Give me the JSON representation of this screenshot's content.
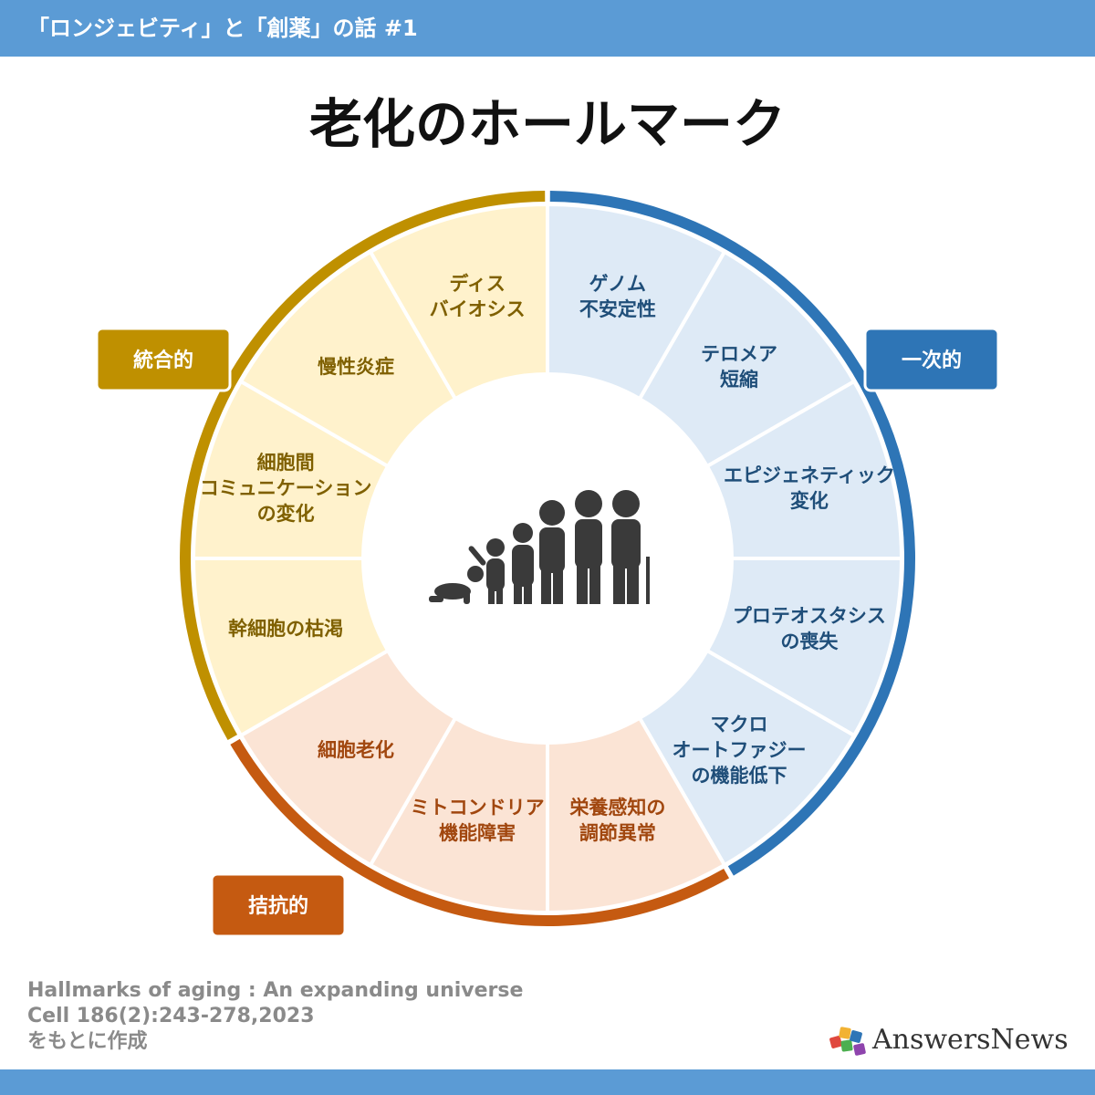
{
  "header": {
    "series_title": "「ロンジェビティ」と「創薬」の話 #1"
  },
  "title": "老化のホールマーク",
  "categories": {
    "primary": {
      "label": "一次的",
      "color": "#2e75b6",
      "fill": "#deeaf6",
      "text": "#1f4e79"
    },
    "antagonistic": {
      "label": "拮抗的",
      "color": "#c55a11",
      "fill": "#fbe4d5",
      "text": "#a1470f"
    },
    "integrative": {
      "label": "統合的",
      "color": "#bf9000",
      "fill": "#fff2cc",
      "text": "#7f6000"
    }
  },
  "hallmarks": [
    {
      "lines": [
        "ゲノム",
        "不安定性"
      ],
      "category": "primary"
    },
    {
      "lines": [
        "テロメア",
        "短縮"
      ],
      "category": "primary"
    },
    {
      "lines": [
        "エピジェネティック",
        "変化"
      ],
      "category": "primary"
    },
    {
      "lines": [
        "プロテオスタシス",
        "の喪失"
      ],
      "category": "primary"
    },
    {
      "lines": [
        "マクロ",
        "オートファジー",
        "の機能低下"
      ],
      "category": "primary"
    },
    {
      "lines": [
        "栄養感知の",
        "調節異常"
      ],
      "category": "antagonistic"
    },
    {
      "lines": [
        "ミトコンドリア",
        "機能障害"
      ],
      "category": "antagonistic"
    },
    {
      "lines": [
        "細胞老化"
      ],
      "category": "antagonistic"
    },
    {
      "lines": [
        "幹細胞の枯渇"
      ],
      "category": "integrative"
    },
    {
      "lines": [
        "細胞間",
        "コミュニケーション",
        "の変化"
      ],
      "category": "integrative"
    },
    {
      "lines": [
        "慢性炎症"
      ],
      "category": "integrative"
    },
    {
      "lines": [
        "ディス",
        "バイオシス"
      ],
      "category": "integrative"
    }
  ],
  "center_icon": "aging-people-silhouette-icon",
  "source": {
    "line1": "Hallmarks of aging : An expanding universe",
    "line2": "Cell 186(2):243-278,2023",
    "line3": "をもとに作成"
  },
  "logo": {
    "text": "AnswersNews",
    "icon": "puzzle-logo-icon"
  }
}
